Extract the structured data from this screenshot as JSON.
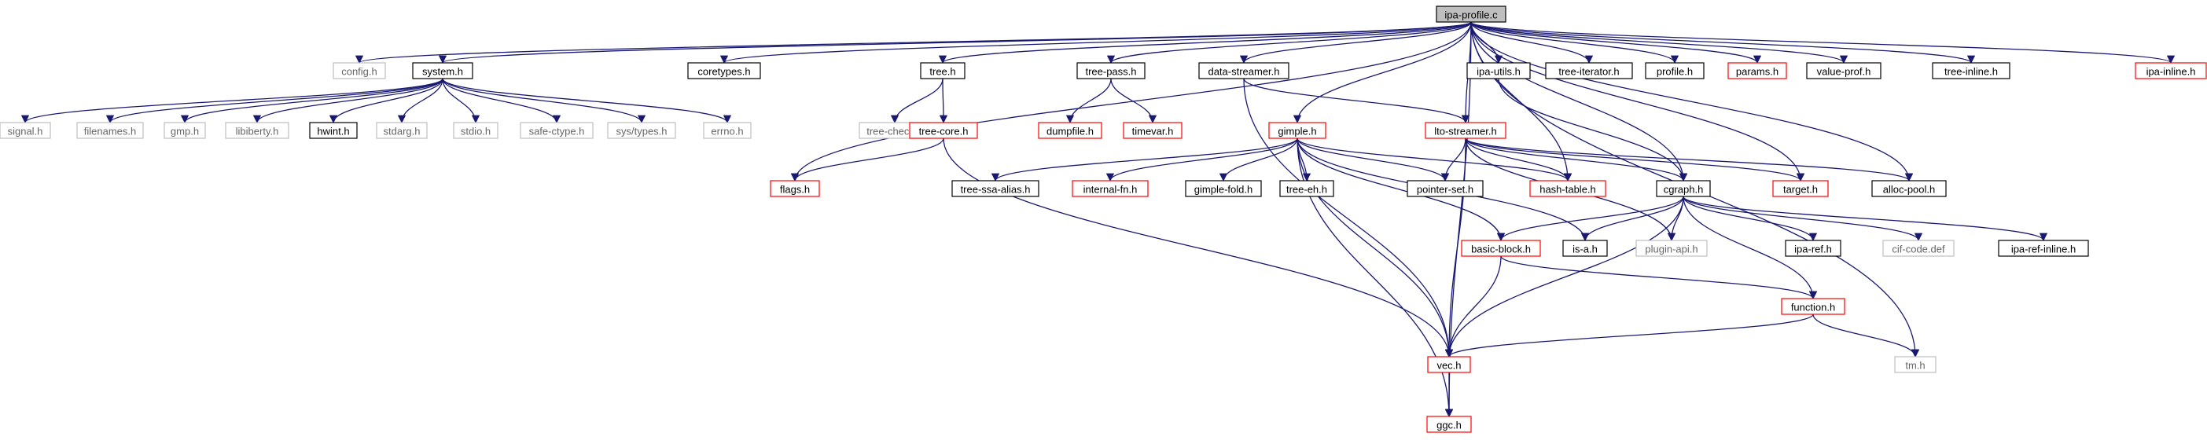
{
  "colors": {
    "edge": "#191970",
    "border_black": "#000000",
    "border_gray": "#bfbfbf",
    "border_red": "#ff0000",
    "root_fill": "#bfbfbf",
    "text_normal": "#000000",
    "text_gray": "#666666"
  },
  "graph": {
    "root": "ipa-profile.c",
    "nodes": [
      {
        "id": "ipa-profile.c",
        "label": "ipa-profile.c",
        "style": "root"
      },
      {
        "id": "config.h",
        "label": "config.h",
        "style": "gray"
      },
      {
        "id": "system.h",
        "label": "system.h",
        "style": "black"
      },
      {
        "id": "coretypes.h",
        "label": "coretypes.h",
        "style": "black"
      },
      {
        "id": "tree.h",
        "label": "tree.h",
        "style": "black"
      },
      {
        "id": "tree-pass.h",
        "label": "tree-pass.h",
        "style": "black"
      },
      {
        "id": "data-streamer.h",
        "label": "data-streamer.h",
        "style": "black"
      },
      {
        "id": "ipa-utils.h",
        "label": "ipa-utils.h",
        "style": "black"
      },
      {
        "id": "tree-iterator.h",
        "label": "tree-iterator.h",
        "style": "black"
      },
      {
        "id": "profile.h",
        "label": "profile.h",
        "style": "black"
      },
      {
        "id": "params.h",
        "label": "params.h",
        "style": "red"
      },
      {
        "id": "value-prof.h",
        "label": "value-prof.h",
        "style": "black"
      },
      {
        "id": "tree-inline.h",
        "label": "tree-inline.h",
        "style": "black"
      },
      {
        "id": "ipa-inline.h",
        "label": "ipa-inline.h",
        "style": "red"
      },
      {
        "id": "signal.h",
        "label": "signal.h",
        "style": "gray"
      },
      {
        "id": "filenames.h",
        "label": "filenames.h",
        "style": "gray"
      },
      {
        "id": "gmp.h",
        "label": "gmp.h",
        "style": "gray"
      },
      {
        "id": "libiberty.h",
        "label": "libiberty.h",
        "style": "gray"
      },
      {
        "id": "hwint.h",
        "label": "hwint.h",
        "style": "black"
      },
      {
        "id": "stdarg.h",
        "label": "stdarg.h",
        "style": "gray"
      },
      {
        "id": "stdio.h",
        "label": "stdio.h",
        "style": "gray"
      },
      {
        "id": "safe-ctype.h",
        "label": "safe-ctype.h",
        "style": "gray"
      },
      {
        "id": "sys/types.h",
        "label": "sys/types.h",
        "style": "gray"
      },
      {
        "id": "errno.h",
        "label": "errno.h",
        "style": "gray"
      },
      {
        "id": "tree-check.h",
        "label": "tree-check.h",
        "style": "gray"
      },
      {
        "id": "tree-core.h",
        "label": "tree-core.h",
        "style": "red"
      },
      {
        "id": "dumpfile.h",
        "label": "dumpfile.h",
        "style": "red"
      },
      {
        "id": "timevar.h",
        "label": "timevar.h",
        "style": "red"
      },
      {
        "id": "flags.h",
        "label": "flags.h",
        "style": "red"
      },
      {
        "id": "gimple.h",
        "label": "gimple.h",
        "style": "red"
      },
      {
        "id": "lto-streamer.h",
        "label": "lto-streamer.h",
        "style": "red"
      },
      {
        "id": "cgraph.h",
        "label": "cgraph.h",
        "style": "black"
      },
      {
        "id": "target.h",
        "label": "target.h",
        "style": "red"
      },
      {
        "id": "alloc-pool.h",
        "label": "alloc-pool.h",
        "style": "black"
      },
      {
        "id": "tree-ssa-alias.h",
        "label": "tree-ssa-alias.h",
        "style": "black"
      },
      {
        "id": "internal-fn.h",
        "label": "internal-fn.h",
        "style": "red"
      },
      {
        "id": "gimple-fold.h",
        "label": "gimple-fold.h",
        "style": "black"
      },
      {
        "id": "tree-eh.h",
        "label": "tree-eh.h",
        "style": "black"
      },
      {
        "id": "pointer-set.h",
        "label": "pointer-set.h",
        "style": "black"
      },
      {
        "id": "hash-table.h",
        "label": "hash-table.h",
        "style": "red"
      },
      {
        "id": "basic-block.h",
        "label": "basic-block.h",
        "style": "red"
      },
      {
        "id": "is-a.h",
        "label": "is-a.h",
        "style": "black"
      },
      {
        "id": "plugin-api.h",
        "label": "plugin-api.h",
        "style": "gray"
      },
      {
        "id": "ipa-ref.h",
        "label": "ipa-ref.h",
        "style": "black"
      },
      {
        "id": "cif-code.def",
        "label": "cif-code.def",
        "style": "gray"
      },
      {
        "id": "ipa-ref-inline.h",
        "label": "ipa-ref-inline.h",
        "style": "black"
      },
      {
        "id": "function.h",
        "label": "function.h",
        "style": "red"
      },
      {
        "id": "tm.h",
        "label": "tm.h",
        "style": "gray"
      },
      {
        "id": "vec.h",
        "label": "vec.h",
        "style": "red"
      },
      {
        "id": "ggc.h",
        "label": "ggc.h",
        "style": "red"
      }
    ],
    "edges": [
      [
        "ipa-profile.c",
        "config.h"
      ],
      [
        "ipa-profile.c",
        "system.h"
      ],
      [
        "ipa-profile.c",
        "coretypes.h"
      ],
      [
        "ipa-profile.c",
        "tree.h"
      ],
      [
        "ipa-profile.c",
        "tree-pass.h"
      ],
      [
        "ipa-profile.c",
        "data-streamer.h"
      ],
      [
        "ipa-profile.c",
        "gimple.h"
      ],
      [
        "ipa-profile.c",
        "lto-streamer.h"
      ],
      [
        "ipa-profile.c",
        "ipa-utils.h"
      ],
      [
        "ipa-profile.c",
        "tree-iterator.h"
      ],
      [
        "ipa-profile.c",
        "profile.h"
      ],
      [
        "ipa-profile.c",
        "params.h"
      ],
      [
        "ipa-profile.c",
        "value-prof.h"
      ],
      [
        "ipa-profile.c",
        "tree-inline.h"
      ],
      [
        "ipa-profile.c",
        "ipa-inline.h"
      ],
      [
        "ipa-profile.c",
        "flags.h"
      ],
      [
        "ipa-profile.c",
        "cgraph.h"
      ],
      [
        "ipa-profile.c",
        "target.h"
      ],
      [
        "ipa-profile.c",
        "alloc-pool.h"
      ],
      [
        "ipa-profile.c",
        "hash-table.h"
      ],
      [
        "ipa-profile.c",
        "tm.h"
      ],
      [
        "ipa-profile.c",
        "ggc.h"
      ],
      [
        "system.h",
        "signal.h"
      ],
      [
        "system.h",
        "filenames.h"
      ],
      [
        "system.h",
        "gmp.h"
      ],
      [
        "system.h",
        "libiberty.h"
      ],
      [
        "system.h",
        "hwint.h"
      ],
      [
        "system.h",
        "stdarg.h"
      ],
      [
        "system.h",
        "stdio.h"
      ],
      [
        "system.h",
        "safe-ctype.h"
      ],
      [
        "system.h",
        "sys/types.h"
      ],
      [
        "system.h",
        "errno.h"
      ],
      [
        "tree.h",
        "tree-check.h"
      ],
      [
        "tree.h",
        "tree-core.h"
      ],
      [
        "tree-core.h",
        "flags.h"
      ],
      [
        "tree-core.h",
        "vec.h"
      ],
      [
        "tree-pass.h",
        "dumpfile.h"
      ],
      [
        "tree-pass.h",
        "timevar.h"
      ],
      [
        "data-streamer.h",
        "lto-streamer.h"
      ],
      [
        "data-streamer.h",
        "vec.h"
      ],
      [
        "gimple.h",
        "tree-ssa-alias.h"
      ],
      [
        "gimple.h",
        "internal-fn.h"
      ],
      [
        "gimple.h",
        "gimple-fold.h"
      ],
      [
        "gimple.h",
        "tree-eh.h"
      ],
      [
        "gimple.h",
        "pointer-set.h"
      ],
      [
        "gimple.h",
        "hash-table.h"
      ],
      [
        "gimple.h",
        "basic-block.h"
      ],
      [
        "gimple.h",
        "is-a.h"
      ],
      [
        "gimple.h",
        "vec.h"
      ],
      [
        "gimple.h",
        "ggc.h"
      ],
      [
        "lto-streamer.h",
        "pointer-set.h"
      ],
      [
        "lto-streamer.h",
        "hash-table.h"
      ],
      [
        "lto-streamer.h",
        "cgraph.h"
      ],
      [
        "lto-streamer.h",
        "target.h"
      ],
      [
        "lto-streamer.h",
        "alloc-pool.h"
      ],
      [
        "lto-streamer.h",
        "plugin-api.h"
      ],
      [
        "lto-streamer.h",
        "vec.h"
      ],
      [
        "ipa-utils.h",
        "cgraph.h"
      ],
      [
        "cgraph.h",
        "basic-block.h"
      ],
      [
        "cgraph.h",
        "is-a.h"
      ],
      [
        "cgraph.h",
        "plugin-api.h"
      ],
      [
        "cgraph.h",
        "ipa-ref.h"
      ],
      [
        "cgraph.h",
        "cif-code.def"
      ],
      [
        "cgraph.h",
        "ipa-ref-inline.h"
      ],
      [
        "cgraph.h",
        "function.h"
      ],
      [
        "cgraph.h",
        "vec.h"
      ],
      [
        "basic-block.h",
        "function.h"
      ],
      [
        "basic-block.h",
        "vec.h"
      ],
      [
        "function.h",
        "vec.h"
      ],
      [
        "function.h",
        "tm.h"
      ],
      [
        "vec.h",
        "ggc.h"
      ]
    ]
  }
}
